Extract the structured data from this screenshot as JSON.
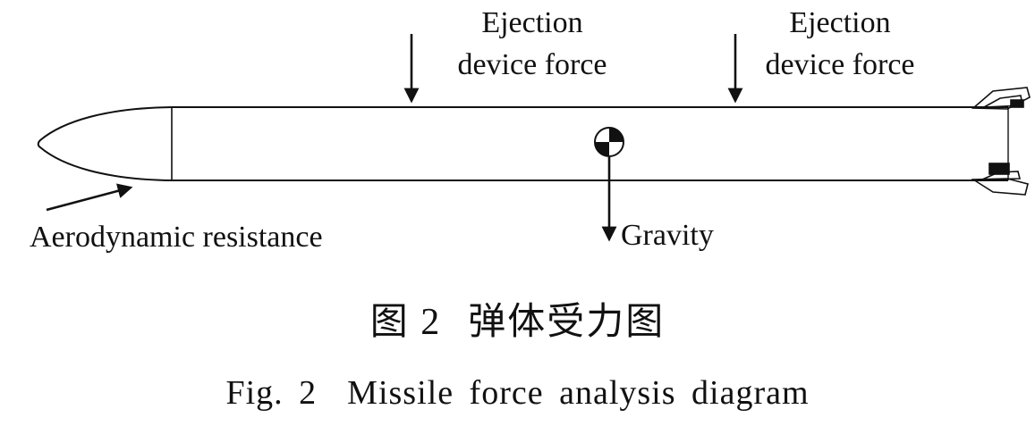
{
  "figure": {
    "labels": {
      "ejection_force_1": {
        "line1": "Ejection",
        "line2": "device force"
      },
      "ejection_force_2": {
        "line1": "Ejection",
        "line2": "device force"
      },
      "gravity": "Gravity",
      "aerodynamic_resistance": "Aerodynamic resistance"
    },
    "caption_zh": {
      "prefix": "图 2",
      "text": "弹体受力图"
    },
    "caption_en": {
      "prefix": "Fig. 2",
      "text": "Missile force analysis diagram"
    },
    "colors": {
      "ink": "#111111",
      "background": "#ffffff"
    }
  }
}
